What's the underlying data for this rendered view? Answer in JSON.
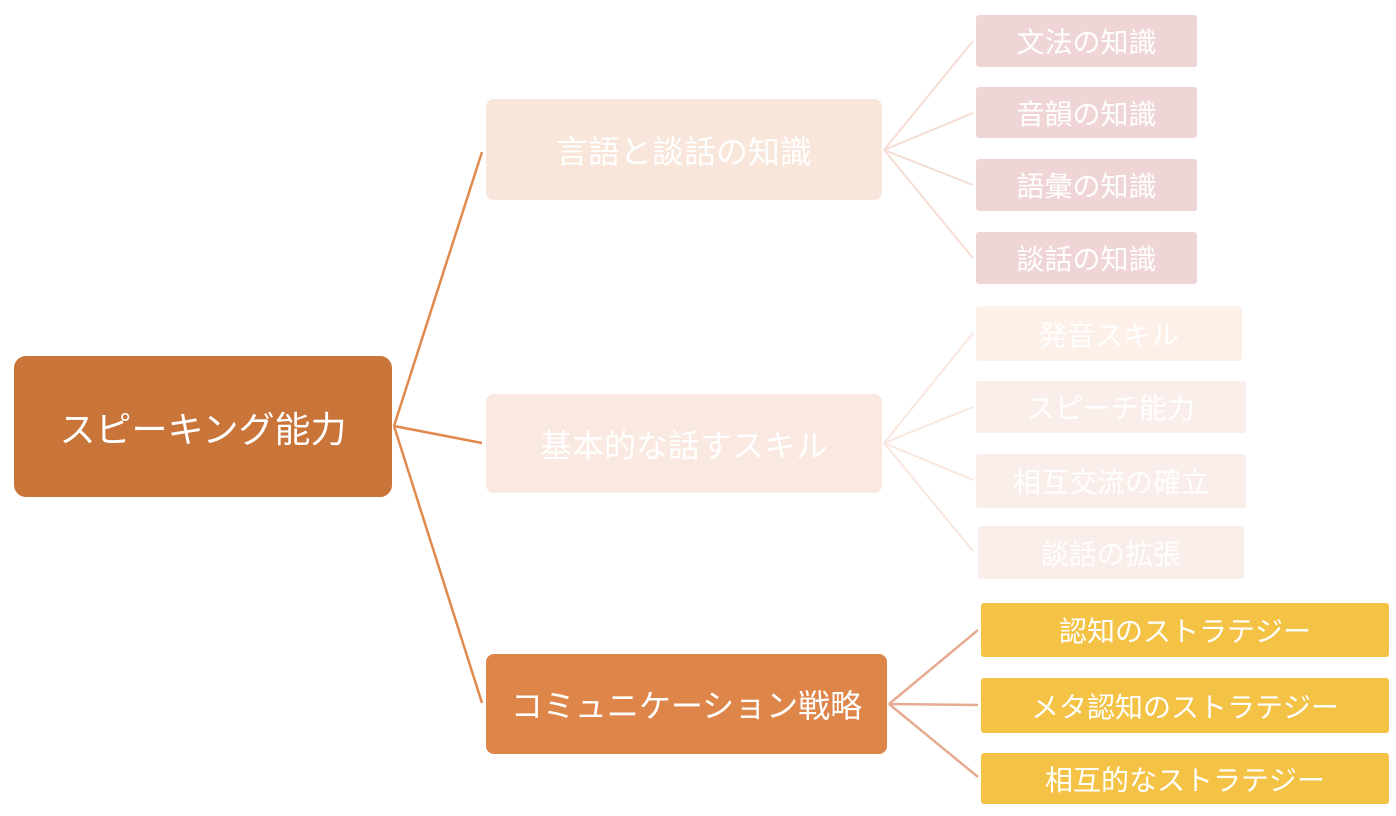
{
  "root": {
    "label": "スピーキング能力"
  },
  "branches": [
    {
      "label": "言語と談話の知識",
      "leaves": [
        "文法の知識",
        "音韻の知識",
        "語彙の知識",
        "談話の知識"
      ]
    },
    {
      "label": "基本的な話すスキル",
      "leaves": [
        "発音スキル",
        "スピーチ能力",
        "相互交流の確立",
        "談話の拡張"
      ]
    },
    {
      "label": "コミュニケーション戦略",
      "leaves": [
        "認知のストラテジー",
        "メタ認知のストラテジー",
        "相互的なストラテジー"
      ]
    }
  ],
  "colors": {
    "root": "#c97439",
    "branch_1": "#f8e6da",
    "branch_2": "#f9e9e0",
    "branch_3": "#de854a",
    "leaves_1": "#efd5d5",
    "leaves_2": "#fcf0e9",
    "leaves_3": "#f4c346",
    "root_connectors": "#e08a4e",
    "text": "#ffffff"
  }
}
